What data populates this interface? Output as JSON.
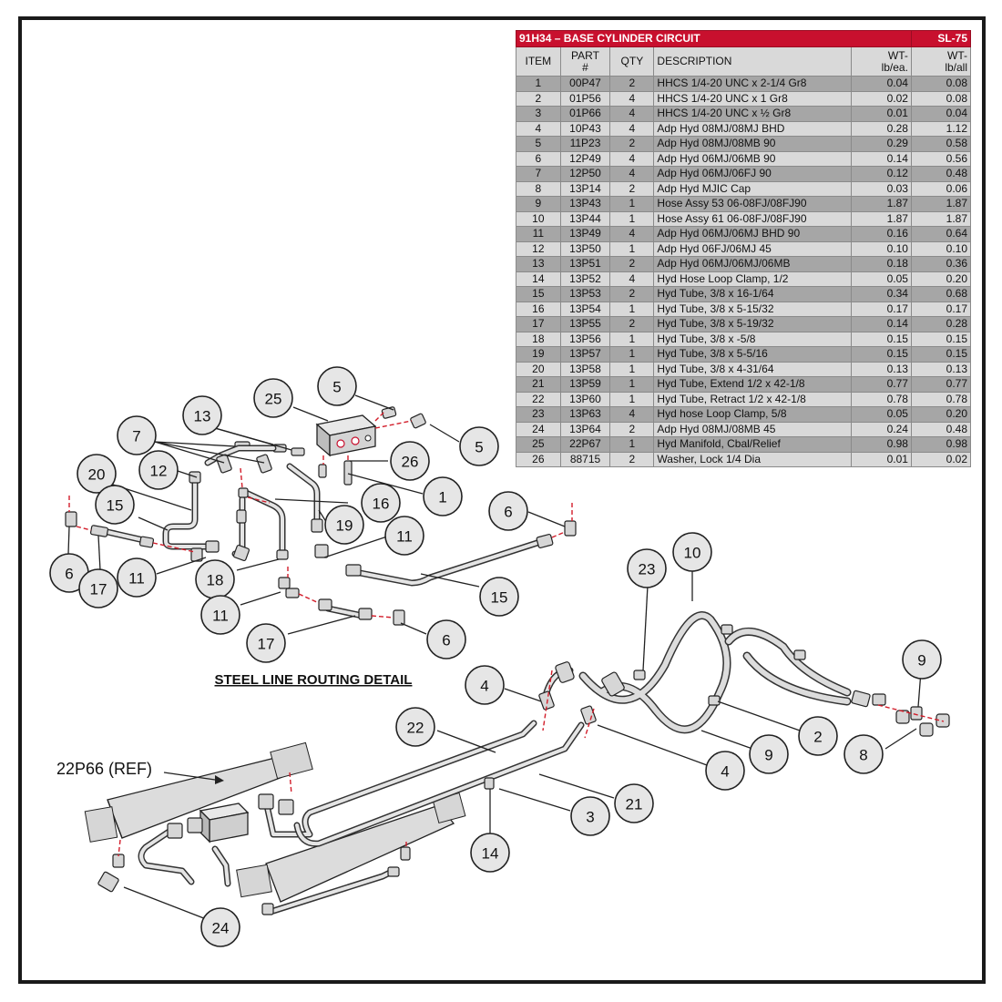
{
  "table": {
    "title": "91H34 – BASE CYLINDER CIRCUIT",
    "code": "SL-75",
    "headers": [
      "ITEM",
      "PART\n#",
      "QTY",
      "DESCRIPTION",
      "WT-\nlb/ea.",
      "WT-\nlb/all"
    ],
    "rows": [
      [
        "1",
        "00P47",
        "2",
        "HHCS 1/4-20 UNC x 2-1/4 Gr8",
        "0.04",
        "0.08"
      ],
      [
        "2",
        "01P56",
        "4",
        "HHCS 1/4-20 UNC x 1 Gr8",
        "0.02",
        "0.08"
      ],
      [
        "3",
        "01P66",
        "4",
        "HHCS 1/4-20 UNC x ½ Gr8",
        "0.01",
        "0.04"
      ],
      [
        "4",
        "10P43",
        "4",
        "Adp Hyd 08MJ/08MJ BHD",
        "0.28",
        "1.12"
      ],
      [
        "5",
        "11P23",
        "2",
        "Adp Hyd 08MJ/08MB 90",
        "0.29",
        "0.58"
      ],
      [
        "6",
        "12P49",
        "4",
        "Adp Hyd 06MJ/06MB 90",
        "0.14",
        "0.56"
      ],
      [
        "7",
        "12P50",
        "4",
        "Adp Hyd 06MJ/06FJ 90",
        "0.12",
        "0.48"
      ],
      [
        "8",
        "13P14",
        "2",
        "Adp Hyd MJIC Cap",
        "0.03",
        "0.06"
      ],
      [
        "9",
        "13P43",
        "1",
        "Hose Assy 53 06-08FJ/08FJ90",
        "1.87",
        "1.87"
      ],
      [
        "10",
        "13P44",
        "1",
        "Hose Assy 61 06-08FJ/08FJ90",
        "1.87",
        "1.87"
      ],
      [
        "11",
        "13P49",
        "4",
        "Adp Hyd 06MJ/06MJ BHD 90",
        "0.16",
        "0.64"
      ],
      [
        "12",
        "13P50",
        "1",
        "Adp Hyd 06FJ/06MJ 45",
        "0.10",
        "0.10"
      ],
      [
        "13",
        "13P51",
        "2",
        "Adp Hyd 06MJ/06MJ/06MB",
        "0.18",
        "0.36"
      ],
      [
        "14",
        "13P52",
        "4",
        "Hyd Hose Loop Clamp, 1/2",
        "0.05",
        "0.20"
      ],
      [
        "15",
        "13P53",
        "2",
        "Hyd Tube, 3/8 x 16-1/64",
        "0.34",
        "0.68"
      ],
      [
        "16",
        "13P54",
        "1",
        "Hyd Tube, 3/8 x 5-15/32",
        "0.17",
        "0.17"
      ],
      [
        "17",
        "13P55",
        "2",
        "Hyd Tube, 3/8 x 5-19/32",
        "0.14",
        "0.28"
      ],
      [
        "18",
        "13P56",
        "1",
        "Hyd Tube, 3/8 x -5/8",
        "0.15",
        "0.15"
      ],
      [
        "19",
        "13P57",
        "1",
        "Hyd Tube, 3/8 x 5-5/16",
        "0.15",
        "0.15"
      ],
      [
        "20",
        "13P58",
        "1",
        "Hyd Tube, 3/8 x 4-31/64",
        "0.13",
        "0.13"
      ],
      [
        "21",
        "13P59",
        "1",
        "Hyd Tube, Extend 1/2 x 42-1/8",
        "0.77",
        "0.77"
      ],
      [
        "22",
        "13P60",
        "1",
        "Hyd Tube, Retract 1/2 x 42-1/8",
        "0.78",
        "0.78"
      ],
      [
        "23",
        "13P63",
        "4",
        "Hyd hose Loop Clamp, 5/8",
        "0.05",
        "0.20"
      ],
      [
        "24",
        "13P64",
        "2",
        "Adp Hyd 08MJ/08MB 45",
        "0.24",
        "0.48"
      ],
      [
        "25",
        "22P67",
        "1",
        "Hyd Manifold, Cbal/Relief",
        "0.98",
        "0.98"
      ],
      [
        "26",
        "88715",
        "2",
        "Washer, Lock 1/4 Dia",
        "0.01",
        "0.02"
      ]
    ]
  },
  "detail_caption": "STEEL LINE ROUTING DETAIL",
  "ref_label": "22P66 (REF)",
  "callouts": [
    "5",
    "25",
    "13",
    "5",
    "7",
    "26",
    "20",
    "12",
    "1",
    "16",
    "15",
    "19",
    "6",
    "11",
    "6",
    "17",
    "11",
    "18",
    "15",
    "11",
    "6",
    "17",
    "23",
    "10",
    "9",
    "4",
    "22",
    "2",
    "4",
    "9",
    "8",
    "21",
    "3",
    "14",
    "24"
  ],
  "colors": {
    "accent": "#c8102e",
    "leader_red": "#d21d2a",
    "row_dark": "#a6a6a6",
    "row_light": "#d9d9d9"
  }
}
